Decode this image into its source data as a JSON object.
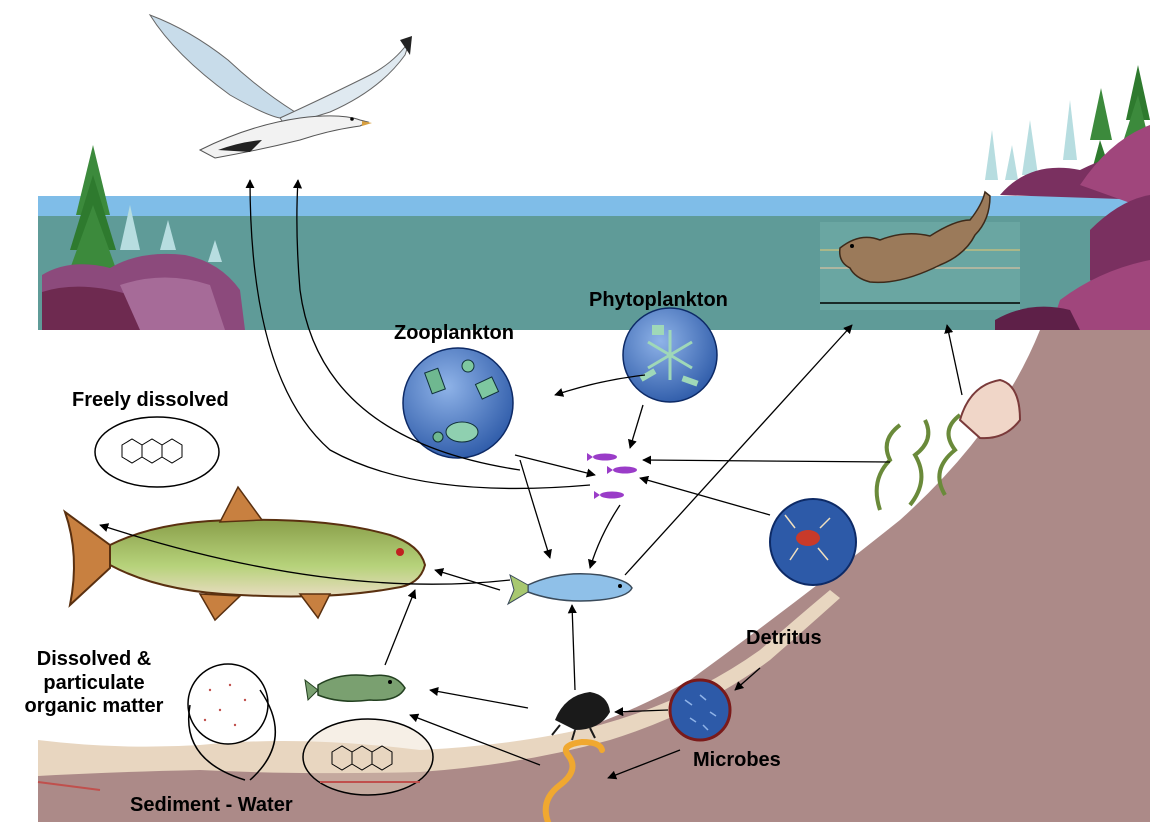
{
  "labels": {
    "phytoplankton": "Phytoplankton",
    "zooplankton": "Zooplankton",
    "freely_dissolved": "Freely dissolved",
    "dissolved_line1": "Dissolved &",
    "dissolved_line2": "particulate",
    "dissolved_line3": "organic matter",
    "detritus": "Detritus",
    "microbes": "Microbes",
    "sediment_water": "Sediment - Water"
  },
  "icons": {
    "bird": "seagull-icon",
    "otter": "otter-icon",
    "large_fish": "trout-icon",
    "small_fish": "forage-fish-icon",
    "tiny_fish": "larval-fish-icon",
    "bottom_fish": "sculpin-icon",
    "amphipod": "amphipod-icon",
    "worm": "worm-icon",
    "clam": "clam-icon",
    "seaweed": "seaweed-icon",
    "invertebrate": "crustacean-icon",
    "molecule": "chemical-structure-icon"
  },
  "colors": {
    "water": "#5f9b98",
    "water_surface": "#7fbde8",
    "shore": "#ac8a88",
    "sediment": "#e8d6c0",
    "plankton_blue": "#3f6cb4",
    "tree": "#2e7a2e",
    "rock": "#7a3060"
  }
}
